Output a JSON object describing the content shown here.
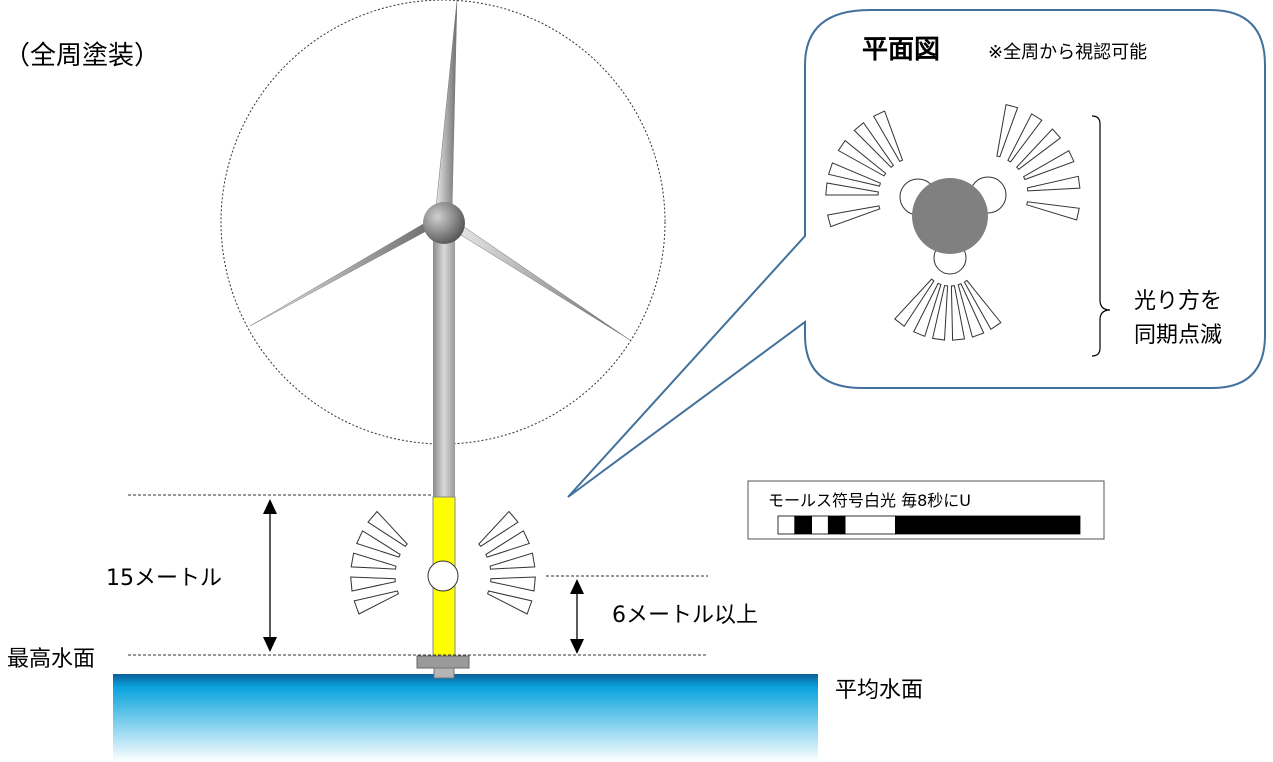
{
  "labels": {
    "painting": "（全周塗装）",
    "height_15m": "15メートル",
    "height_6m": "6メートル以上",
    "highest_water": "最高水面",
    "mean_water": "平均水面"
  },
  "plan_view": {
    "title": "平面図",
    "note": "※全周から視認可能",
    "flash_line1": "光り方を",
    "flash_line2": "同期点滅"
  },
  "morse": {
    "label": "モールス符号白光 毎8秒にU",
    "pattern": [
      {
        "on": false,
        "len": 1
      },
      {
        "on": true,
        "len": 1
      },
      {
        "on": false,
        "len": 1
      },
      {
        "on": true,
        "len": 1
      },
      {
        "on": false,
        "len": 3
      },
      {
        "on": true,
        "len": 11
      }
    ]
  },
  "colors": {
    "tower_band": "#ffff00",
    "sea_top": "#0a6fb0",
    "sea_bottom": "#ffffff",
    "callout_border": "#41719c",
    "plan_lamp_body": "#808080"
  }
}
